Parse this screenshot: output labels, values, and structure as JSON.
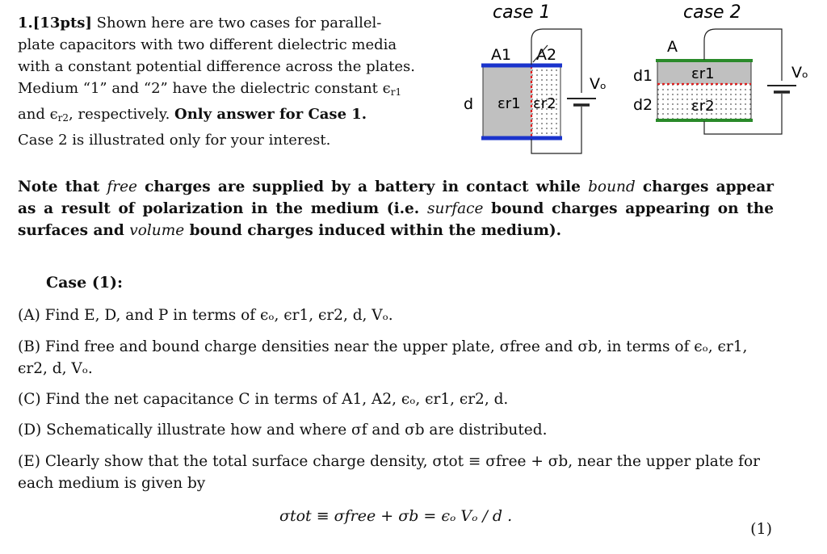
{
  "intro": {
    "number": "1.[13pts]",
    "line1": "Shown here are two cases for parallel-",
    "line2": "plate capacitors with two different dielectric media",
    "line3": "with a constant potential difference across the plates.",
    "line4a": "Medium “1” and “2” have the dielectric constant ϵ",
    "line4sub": "r1",
    "line5a": "and ϵ",
    "line5sub": "r2",
    "line5b": ", respectively.",
    "line5bold": "Only answer for Case 1.",
    "line6": "Case 2 is illustrated only for your interest."
  },
  "figure": {
    "case1_title": "case 1",
    "case2_title": "case 2",
    "a1": "A1",
    "a2": "A2",
    "a": "A",
    "d": "d",
    "d1": "d1",
    "d2": "d2",
    "vo": "Vₒ",
    "er1": "εr1",
    "er2": "εr2",
    "colors": {
      "plate_blue": "#1a33cc",
      "plate_green": "#2a8a2a",
      "interface_red": "#e02020",
      "medium_gray": "#c0c0c0"
    }
  },
  "note": {
    "l1a": "Note that",
    "l1i": "free",
    "l1b": "charges are supplied by a battery in contact while",
    "l1i2": "bound",
    "l1c": "charges appear",
    "l2a": "as a result of polarization in the medium (i.e.",
    "l2i": "surface",
    "l2b": "bound charges appearing on the",
    "l3a": "surfaces and",
    "l3i": "volume",
    "l3b": "bound charges induced within the medium)."
  },
  "case1": {
    "heading": "Case (1):",
    "A": "(A) Find E, D, and P in terms of ϵₒ, ϵr1, ϵr2, d, Vₒ.",
    "B": "(B) Find free and bound charge densities near the upper plate, σfree and σb, in terms of ϵₒ, ϵr1, ϵr2, d, Vₒ.",
    "C": "(C) Find the net capacitance C in terms of A1, A2, ϵₒ, ϵr1, ϵr2, d.",
    "D": "(D) Schematically illustrate how and where σf and σb are distributed.",
    "E": "(E) Clearly show that the total surface charge density, σtot ≡ σfree + σb, near the upper plate for each medium is given by"
  },
  "equation": {
    "text": "σtot ≡ σfree + σb = ϵₒ Vₒ / d .",
    "number": "(1)"
  }
}
